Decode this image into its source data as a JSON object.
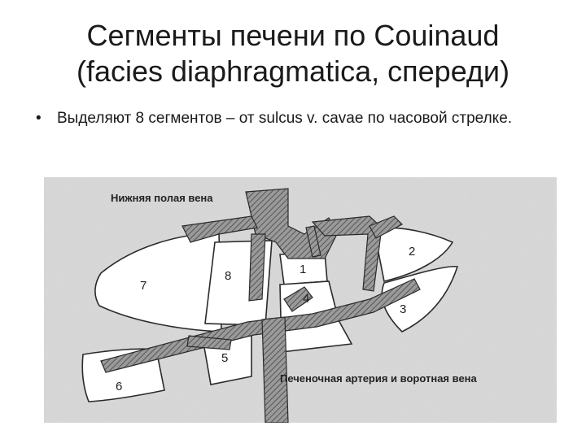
{
  "slide": {
    "title_line1": "Сегменты печени по Couinaud",
    "title_line2": "(facies diaphragmatica, спереди)",
    "bullet_symbol": "•",
    "bullet_text": "Выделяют 8 сегментов – от sulcus v. cavae по часовой стрелке."
  },
  "figure": {
    "label_ivc": "Нижняя полая вена",
    "label_hepatic": "Печеночная артерия и воротная вена",
    "segments": [
      "1",
      "2",
      "3",
      "4",
      "5",
      "6",
      "7",
      "8"
    ],
    "colors": {
      "background": "#d7d7d7",
      "hatch": "#6e6e6e",
      "outline": "#2a2a2a"
    }
  }
}
